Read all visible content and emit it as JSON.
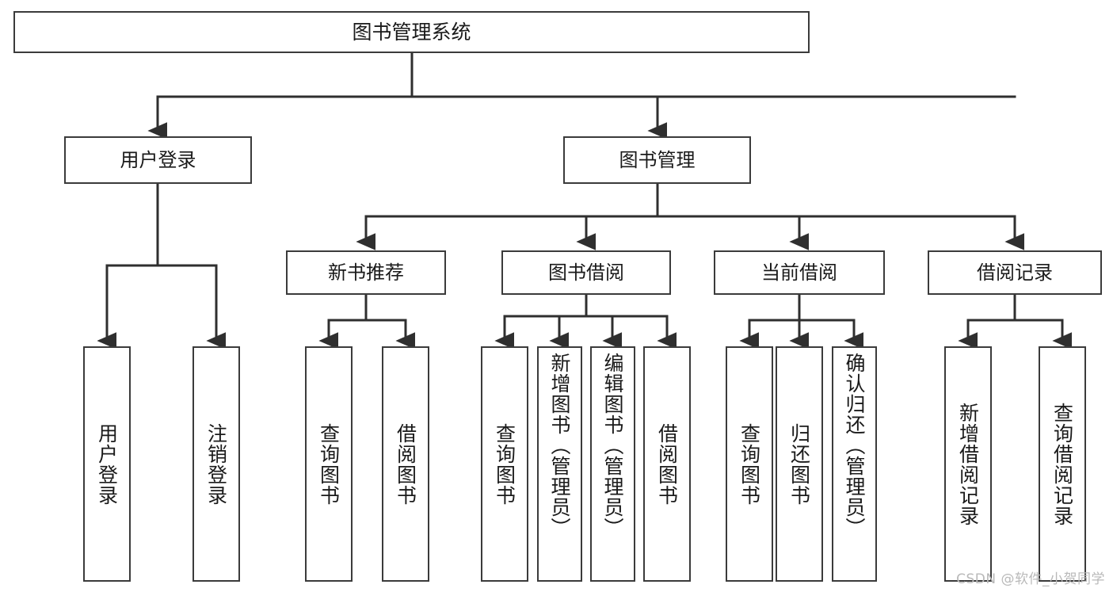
{
  "diagram": {
    "type": "tree",
    "title": "图书管理系统",
    "root": {
      "label": "图书管理系统"
    },
    "level1": [
      {
        "label": "用户登录"
      },
      {
        "label": "图书管理"
      }
    ],
    "level2": [
      {
        "label": "新书推荐"
      },
      {
        "label": "图书借阅"
      },
      {
        "label": "当前借阅"
      },
      {
        "label": "借阅记录"
      }
    ],
    "leaves": {
      "user_login": [
        {
          "label": "用户登录"
        },
        {
          "label": "注销登录"
        }
      ],
      "new_book_recommend": [
        {
          "label": "查询图书"
        },
        {
          "label": "借阅图书"
        }
      ],
      "book_borrow": [
        {
          "label": "查询图书"
        },
        {
          "label": "新增图书（管理员）"
        },
        {
          "label": "编辑图书（管理员）"
        },
        {
          "label": "借阅图书"
        }
      ],
      "current_borrow": [
        {
          "label": "查询图书"
        },
        {
          "label": "归还图书"
        },
        {
          "label": "确认归还（管理员）"
        }
      ],
      "borrow_records": [
        {
          "label": "新增借阅记录"
        },
        {
          "label": "查询借阅记录"
        }
      ]
    }
  },
  "watermark": {
    "text": "CSDN @软件_小贺同学"
  },
  "colors": {
    "border": "#3b3b3b",
    "background": "#ffffff",
    "text": "#1a1a1a",
    "watermark": "#b9b9b9"
  }
}
